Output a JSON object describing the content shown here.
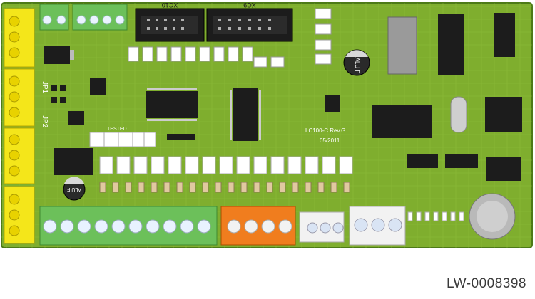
{
  "image_caption": "LW-0008398",
  "board": {
    "model_line": "LC100-C Rev.G",
    "date_line": "05/2011",
    "tested_label": "TESTED",
    "header_labels": {
      "top_left": "XC10",
      "top_right": "XC9"
    },
    "jumper_labels": [
      "JP1",
      "JP2"
    ],
    "cap_label_large": "ALU F",
    "cap_label_small": "ALU F",
    "colors": {
      "pcb": "#7fae2e",
      "pcb_dark": "#5c8a1f",
      "terminal_yellow": "#f4e61a",
      "terminal_green": "#6cc05a",
      "terminal_orange": "#f07d1e",
      "terminal_white": "#f2f2f2",
      "ic_black": "#1c1c1c"
    }
  }
}
